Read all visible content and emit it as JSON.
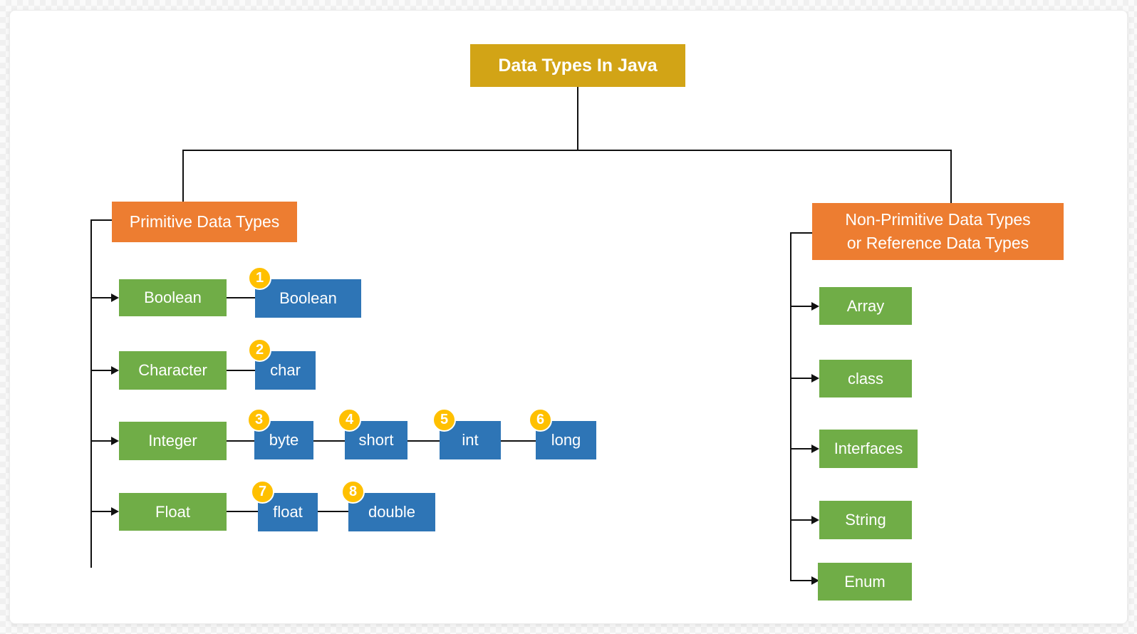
{
  "title": {
    "label": "Data Types In Java"
  },
  "colors": {
    "title_gold": "#D2A416",
    "category_orange": "#ED7D31",
    "type_green": "#70AD47",
    "subtype_blue": "#2E75B6",
    "badge_yellow": "#FFC000",
    "connector_black": "#111111",
    "text_white": "#FFFFFF"
  },
  "primitive": {
    "label": "Primitive Data Types",
    "rows": [
      {
        "parent": "Boolean",
        "children": [
          {
            "n": "1",
            "label": "Boolean"
          }
        ]
      },
      {
        "parent": "Character",
        "children": [
          {
            "n": "2",
            "label": "char"
          }
        ]
      },
      {
        "parent": "Integer",
        "children": [
          {
            "n": "3",
            "label": "byte"
          },
          {
            "n": "4",
            "label": "short"
          },
          {
            "n": "5",
            "label": "int"
          },
          {
            "n": "6",
            "label": "long"
          }
        ]
      },
      {
        "parent": "Float",
        "children": [
          {
            "n": "7",
            "label": "float"
          },
          {
            "n": "8",
            "label": "double"
          }
        ]
      }
    ]
  },
  "non_primitive": {
    "label_line1": "Non-Primitive Data Types",
    "label_line2": "or Reference Data Types",
    "items": [
      "Array",
      "class",
      "Interfaces",
      "String",
      "Enum"
    ]
  }
}
